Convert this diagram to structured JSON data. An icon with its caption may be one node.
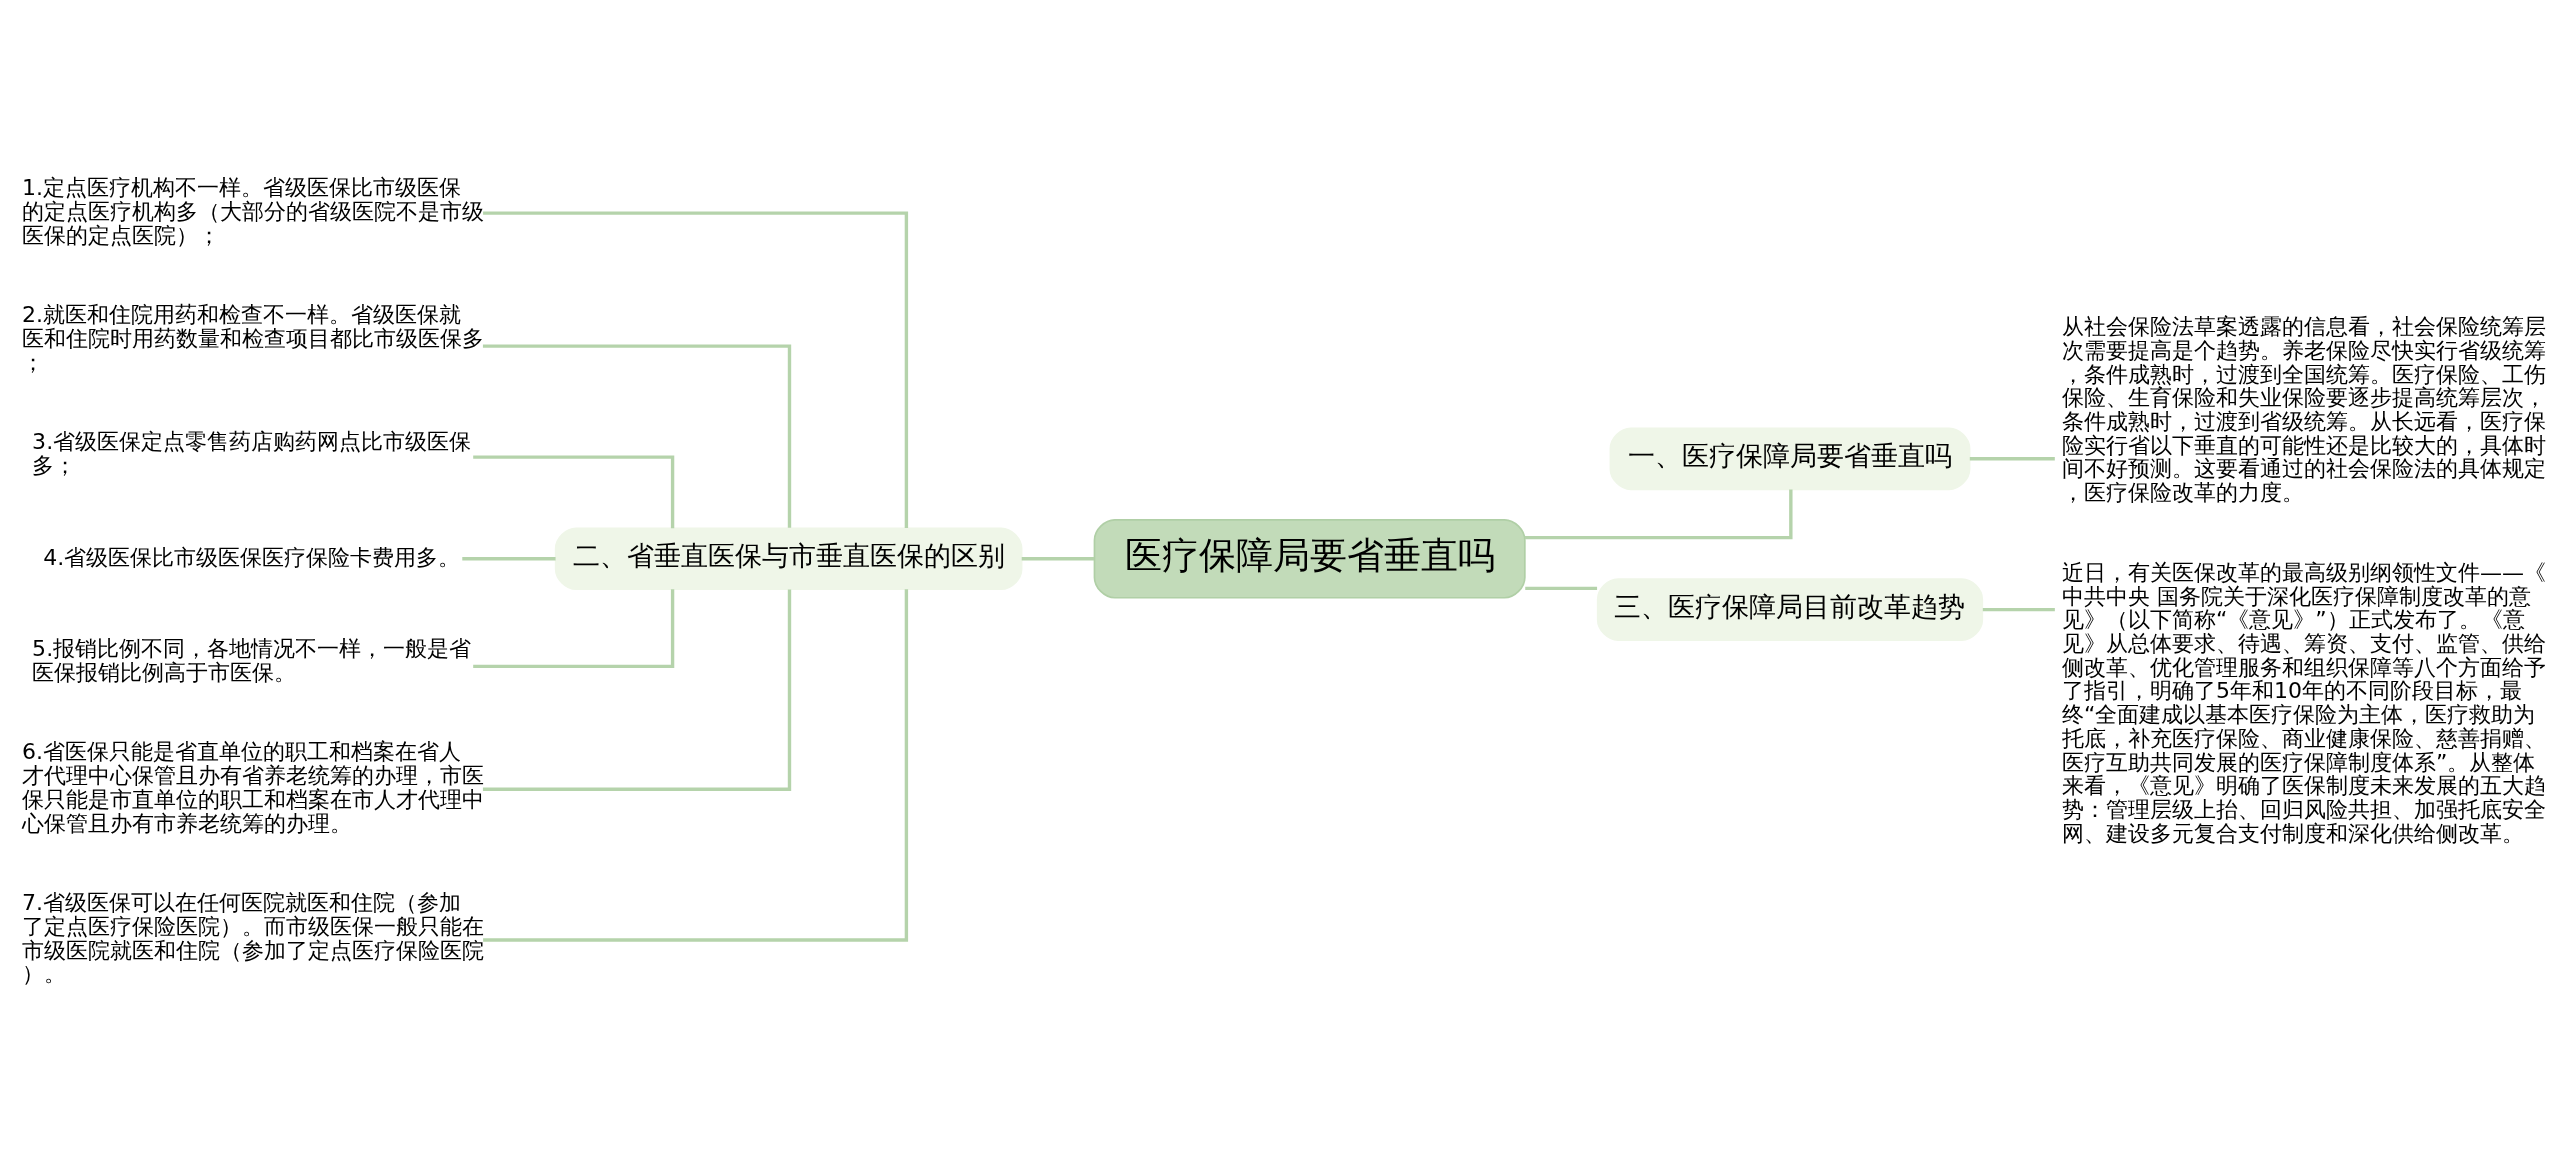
{
  "diagram": {
    "nodes": [
      {
        "text": [
          "医疗保障局要省垂直吗"
        ]
      },
      {
        "text": [
          "二、省垂直医保与市垂直医保的区别"
        ]
      },
      {
        "text": [
          "1.定点医疗机构不一样。省级医保比市级医保的定点医疗机构多（大部分的省级医院不是市级医保的定点医院）；"
        ]
      },
      {
        "text": [
          "2.就医和住院用药和检查不一样。省级医保就医和住院时用药数量和检查项目都比市级医保多；"
        ]
      },
      {
        "text": [
          "3.省级医保定点零售药店购药网点比市级医保多；"
        ]
      },
      {
        "text": [
          "4.省级医保比市级医保医疗保险卡费用多。"
        ]
      },
      {
        "text": [
          "5.报销比例不同，各地情况不一样，一般是省医保报销比例高于市医保。"
        ]
      },
      {
        "text": [
          "6.省医保只能是省直单位的职工和档案在省人才代理中心保管且办有省养老统筹的办理，市医保只能是市直单位的职工和档案在市人才代理中心保管且办有市养老统筹的办理。"
        ]
      },
      {
        "text": [
          "7.省级医保可以在任何医院就医和住院（参加了定点医疗保险医院）。而市级医保一般只能在市级医院就医和住院（参加了定点医疗保险医院）。"
        ]
      },
      {
        "text": [
          "一、医疗保障局要省垂直吗"
        ]
      },
      {
        "text": [
          "从社会保险法草案透露的信息看，社会保险统筹层次需要提高是个趋势。养老保险尽快实行省级统筹，条件成熟时，过渡到全国统筹。医疗保险、工伤保险、生育保险和失业保险要逐步提高统筹层次，条件成熟时，过渡到省级统筹。从长远看，医疗保险实行省以下垂直的可能性还是比较大的，具体时间不好预测。这要看通过的社会保险法的具体规定，医疗保险改革的力度。"
        ]
      },
      {
        "text": [
          "三、医疗保障局目前改革趋势"
        ]
      },
      {
        "text": [
          "近日，有关医保改革的最高级别纲领性文件——《中共中央 国务院关于深化医疗保障制度改革的意见》（以下简称“《意见》”）正式发布了。《意见》从总体要求、待遇、筹资、支付、监管、供给侧改革、优化管理服务和组织保障等八个方面给予了指引，明确了5年和10年的不同阶段目标，最终“全面建成以基本医疗保险为主体，医疗救助为托底，补充医疗保险、商业健康保险、慈善捐赠、医疗互助共同发展的医疗保障制度体系”。从整体来看，《意见》明确了医保制度未来发展的五大趋势：管理层级上抬、回归风险共担、加强托底安全网、建设多元复合支付制度和深化供给侧改革。"
        ]
      }
    ],
    "edges": [
      {
        "from": 0,
        "to": 1,
        "arrow": "none"
      },
      {
        "from": 1,
        "to": 2,
        "arrow": "none"
      },
      {
        "from": 1,
        "to": 3,
        "arrow": "none"
      },
      {
        "from": 1,
        "to": 4,
        "arrow": "none"
      },
      {
        "from": 1,
        "to": 5,
        "arrow": "none"
      },
      {
        "from": 1,
        "to": 6,
        "arrow": "none"
      },
      {
        "from": 1,
        "to": 7,
        "arrow": "none"
      },
      {
        "from": 1,
        "to": 8,
        "arrow": "none"
      },
      {
        "from": 0,
        "to": 9,
        "arrow": "none"
      },
      {
        "from": 9,
        "to": 10,
        "arrow": "none"
      },
      {
        "from": 0,
        "to": 11,
        "arrow": "none"
      },
      {
        "from": 11,
        "to": 12,
        "arrow": "none"
      }
    ]
  }
}
